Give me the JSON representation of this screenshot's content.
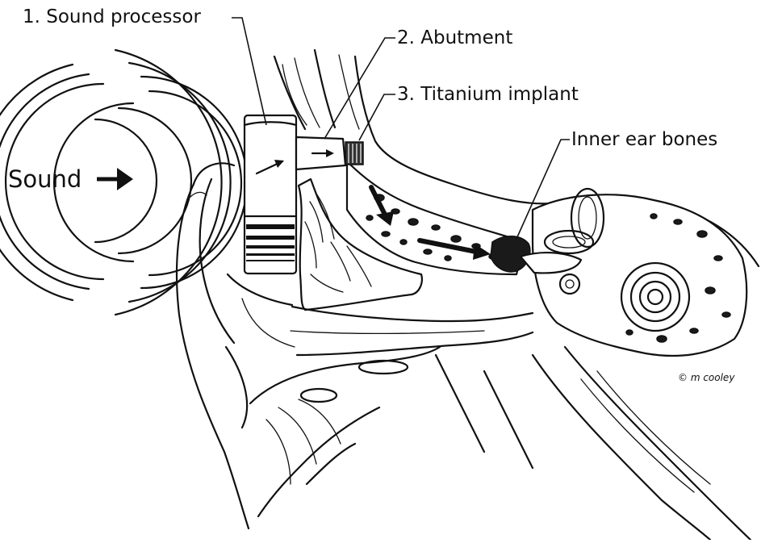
{
  "labels": {
    "sound_processor": "1. Sound processor",
    "abutment": "2. Abutment",
    "titanium_implant": "3. Titanium implant",
    "inner_ear_bones": "Inner ear bones",
    "sound": "Sound",
    "credit": "© m cooley"
  },
  "colors": {
    "ink": "#111111",
    "background": "#ffffff"
  }
}
